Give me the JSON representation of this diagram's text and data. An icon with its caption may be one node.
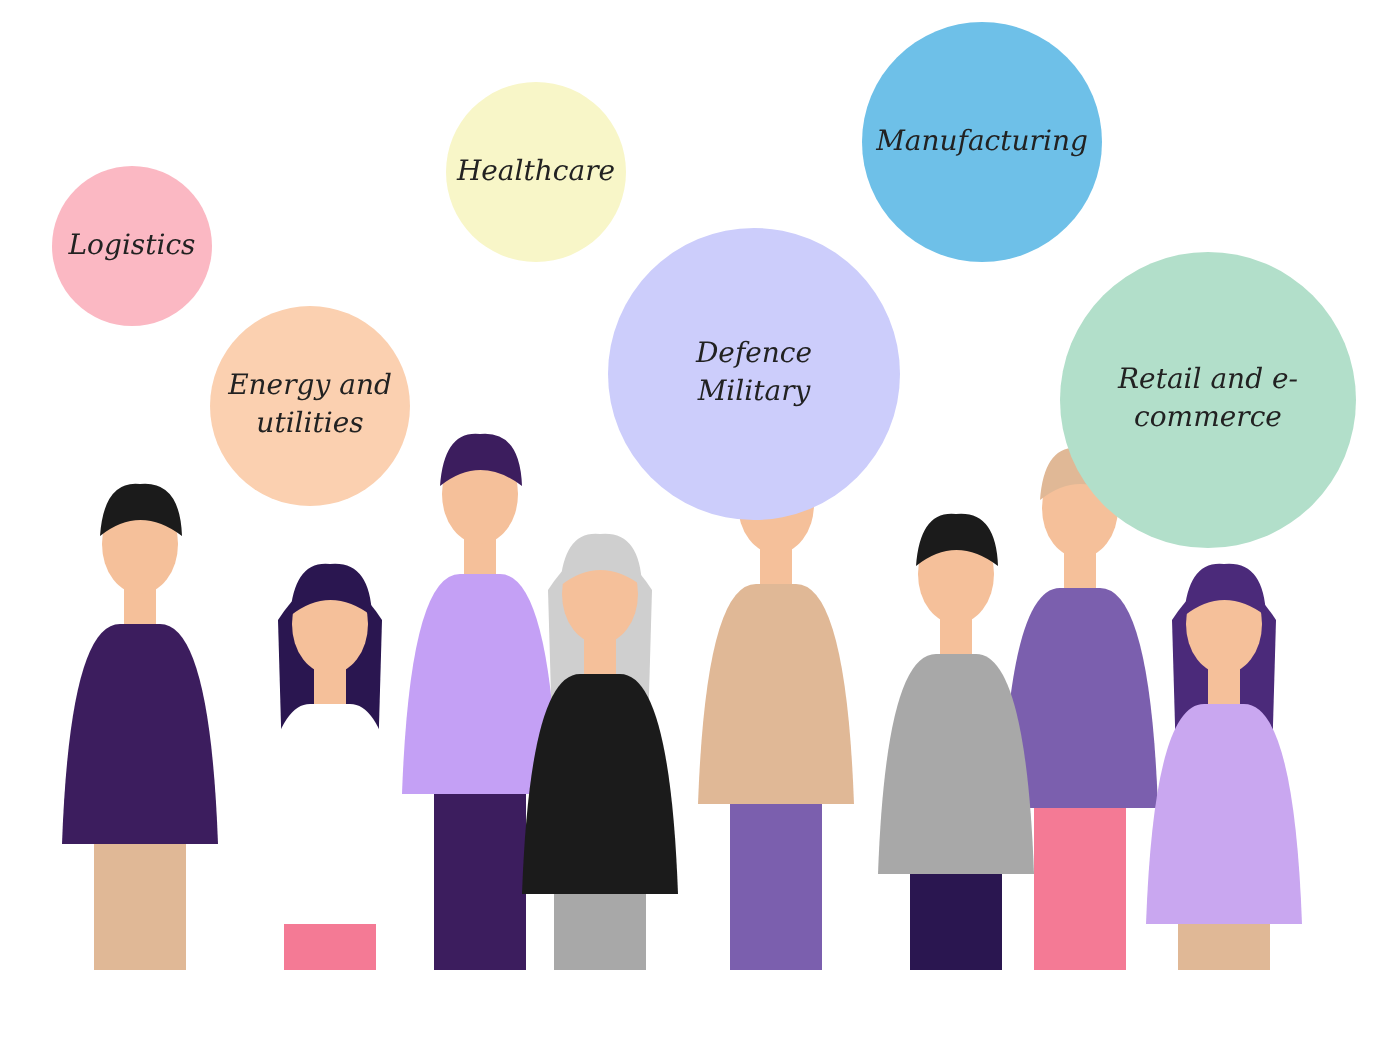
{
  "diagram": {
    "nodes": [
      {
        "text": [
          "Logistics"
        ]
      },
      {
        "text": [
          "Healthcare"
        ]
      },
      {
        "text": [
          "Manufacturing"
        ]
      },
      {
        "text": [
          "Energy and utilities"
        ]
      },
      {
        "text": [
          "Defence Military"
        ]
      },
      {
        "text": [
          "Retail and e-commerce"
        ]
      }
    ]
  }
}
